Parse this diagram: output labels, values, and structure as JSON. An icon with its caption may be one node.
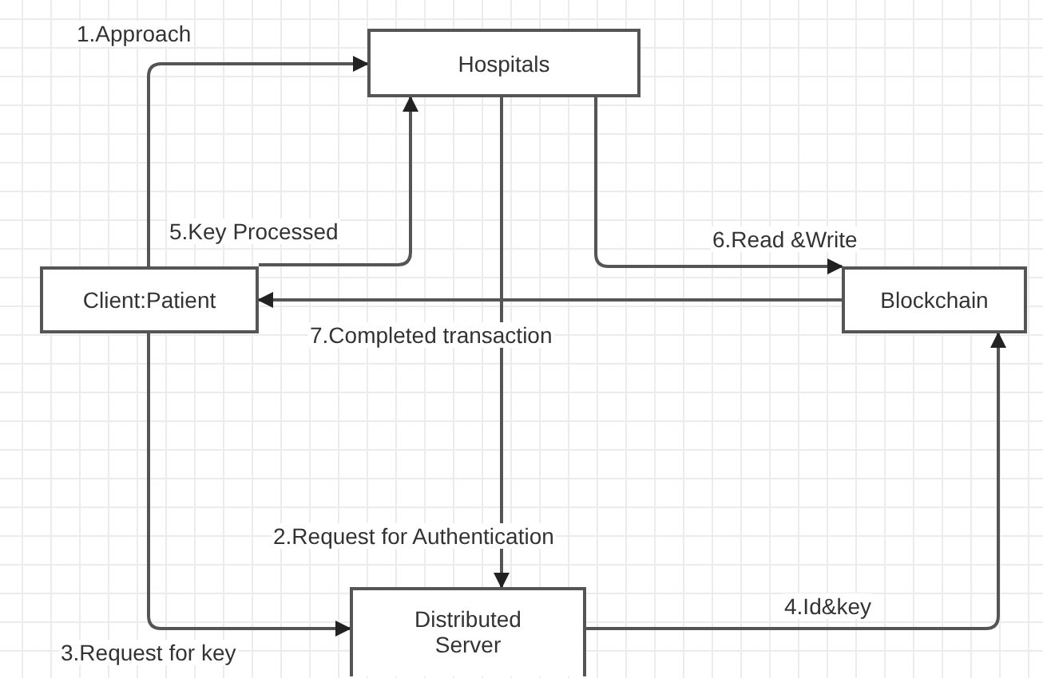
{
  "diagram": {
    "nodes": [
      {
        "text": [
          "Hospitals"
        ]
      },
      {
        "text": [
          "Client:Patient"
        ]
      },
      {
        "text": [
          "Blockchain"
        ]
      },
      {
        "text": [
          "Distributed Server"
        ]
      }
    ],
    "edges": [
      {
        "from": 1,
        "to": 0,
        "arrow": "to",
        "label": "1.Approach"
      },
      {
        "from": 0,
        "to": 3,
        "arrow": "to",
        "label": "2.Request for Authentication"
      },
      {
        "from": 1,
        "to": 3,
        "arrow": "to",
        "label": "3.Request for key"
      },
      {
        "from": 3,
        "to": 2,
        "arrow": "to",
        "label": "4.Id&key"
      },
      {
        "from": 1,
        "to": 0,
        "arrow": "to",
        "label": "5.Key Processed"
      },
      {
        "from": 0,
        "to": 2,
        "arrow": "to",
        "label": "6.Read &Write"
      },
      {
        "from": 2,
        "to": 1,
        "arrow": "to",
        "label": "7.Completed transaction"
      }
    ]
  }
}
